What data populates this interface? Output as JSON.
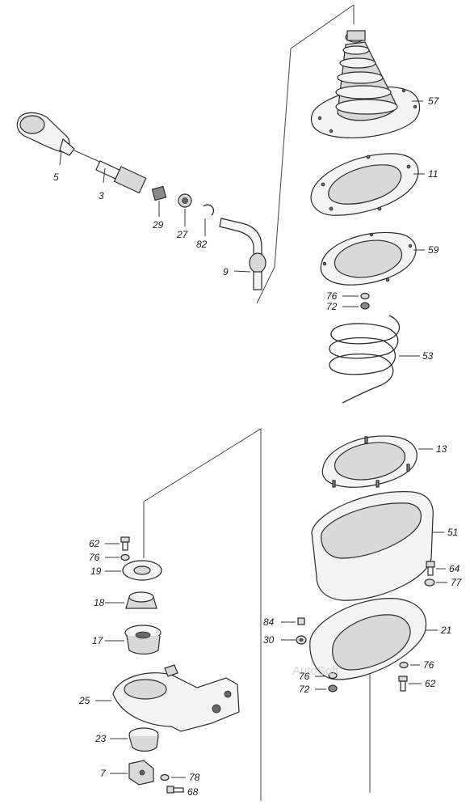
{
  "watermark": "AutoSoft",
  "callouts": [
    {
      "id": "5",
      "label": "5"
    },
    {
      "id": "3",
      "label": "3"
    },
    {
      "id": "29",
      "label": "29"
    },
    {
      "id": "27",
      "label": "27"
    },
    {
      "id": "82",
      "label": "82"
    },
    {
      "id": "9",
      "label": "9"
    },
    {
      "id": "57",
      "label": "57"
    },
    {
      "id": "11",
      "label": "11"
    },
    {
      "id": "59",
      "label": "59"
    },
    {
      "id": "76a",
      "label": "76"
    },
    {
      "id": "72a",
      "label": "72"
    },
    {
      "id": "53",
      "label": "53"
    },
    {
      "id": "13",
      "label": "13"
    },
    {
      "id": "51",
      "label": "51"
    },
    {
      "id": "64",
      "label": "64"
    },
    {
      "id": "77",
      "label": "77"
    },
    {
      "id": "84",
      "label": "84"
    },
    {
      "id": "30",
      "label": "30"
    },
    {
      "id": "21",
      "label": "21"
    },
    {
      "id": "76b",
      "label": "76"
    },
    {
      "id": "76c",
      "label": "76"
    },
    {
      "id": "72b",
      "label": "72"
    },
    {
      "id": "62a",
      "label": "62"
    },
    {
      "id": "62b",
      "label": "62"
    },
    {
      "id": "76d",
      "label": "76"
    },
    {
      "id": "19",
      "label": "19"
    },
    {
      "id": "18",
      "label": "18"
    },
    {
      "id": "17",
      "label": "17"
    },
    {
      "id": "25",
      "label": "25"
    },
    {
      "id": "23",
      "label": "23"
    },
    {
      "id": "7",
      "label": "7"
    },
    {
      "id": "78",
      "label": "78"
    },
    {
      "id": "68",
      "label": "68"
    }
  ]
}
